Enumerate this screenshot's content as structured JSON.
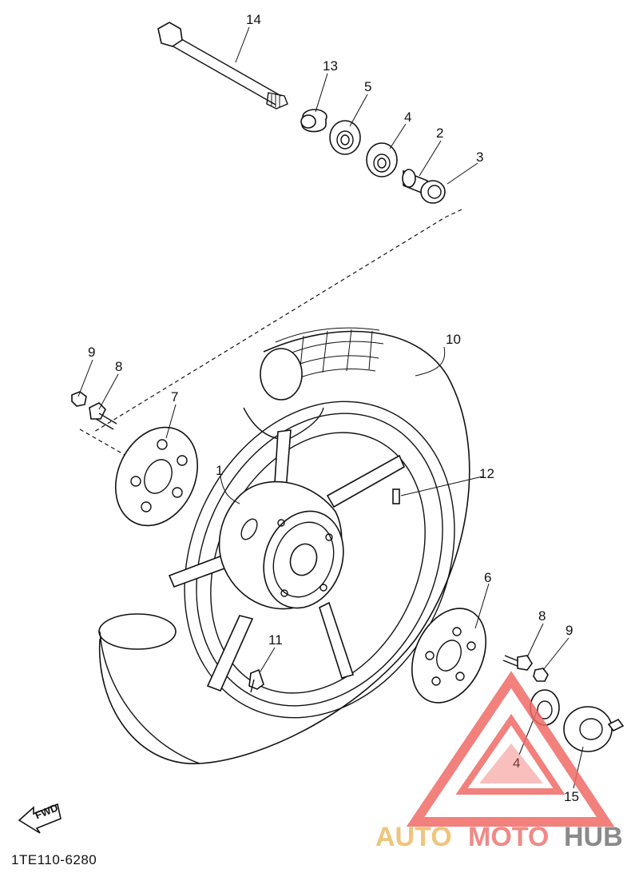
{
  "diagram": {
    "code": "1TE110-6280",
    "fwd_label": "FWD",
    "part_numbers": {
      "p1": "1",
      "p2": "2",
      "p3": "3",
      "p4_top": "4",
      "p4_bottom": "4",
      "p5": "5",
      "p6": "6",
      "p7": "7",
      "p8_left": "8",
      "p8_right": "8",
      "p9_left": "9",
      "p9_right": "9",
      "p10": "10",
      "p11": "11",
      "p12": "12",
      "p13": "13",
      "p14": "14",
      "p15": "15"
    }
  },
  "watermark": {
    "part1": "AUTO",
    "part2": "MOTO",
    "part3": "HUB",
    "colors": {
      "auto": "#f0c47a",
      "moto": "#f08a86",
      "hub": "#8a8a8a",
      "logo": "#f06a66"
    }
  }
}
